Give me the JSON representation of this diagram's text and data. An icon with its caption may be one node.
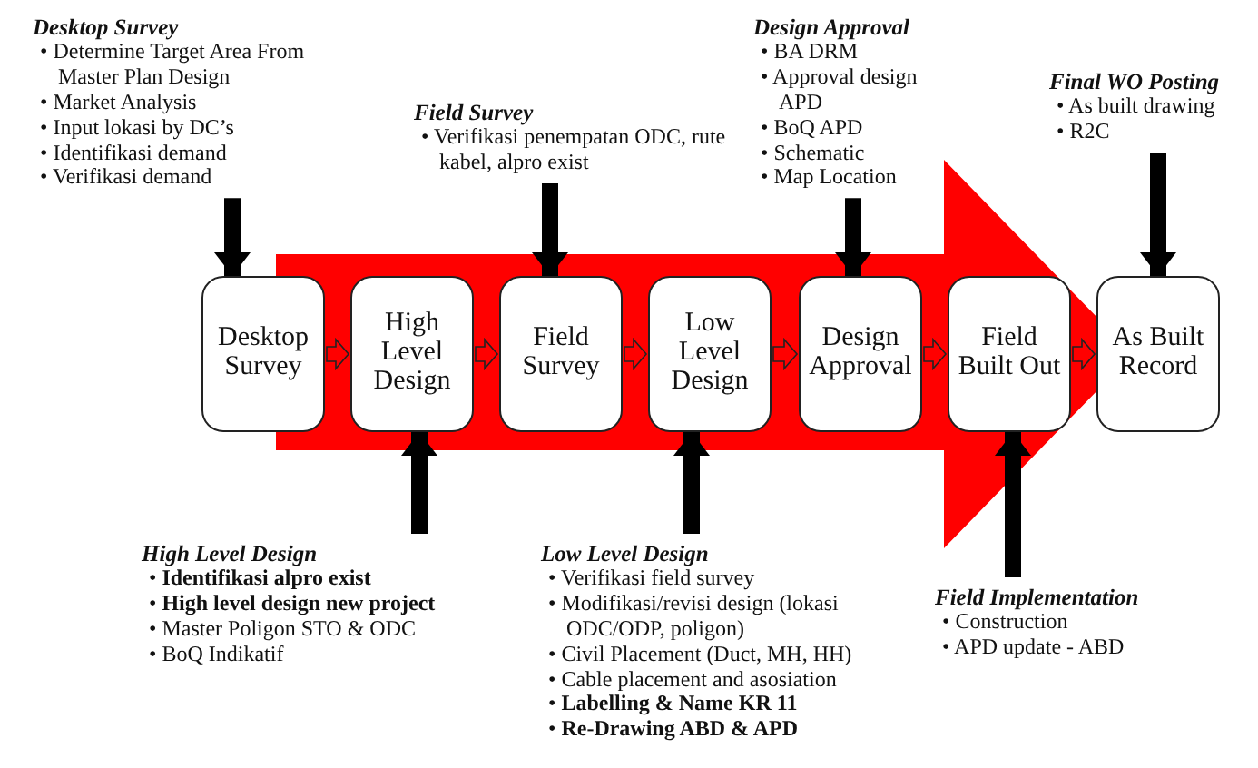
{
  "diagram": {
    "nodes": [
      {
        "text": [
          "Desktop Survey"
        ]
      },
      {
        "text": [
          "High Level Design"
        ]
      },
      {
        "text": [
          "Field Survey"
        ]
      },
      {
        "text": [
          "Low Level Design"
        ]
      },
      {
        "text": [
          "Design Approval"
        ]
      },
      {
        "text": [
          "Field Built Out"
        ]
      },
      {
        "text": [
          "As Built Record"
        ]
      },
      {
        "text": [
          "Desktop Survey",
          "• Determine Target Area From Master Plan Design",
          "• Market Analysis",
          "• Input lokasi by DC’s",
          "• Identifikasi demand",
          "• Verifikasi demand"
        ]
      },
      {
        "text": [
          "Field Survey",
          "• Verifikasi penempatan ODC, rute kabel, alpro exist"
        ]
      },
      {
        "text": [
          "Design Approval",
          "• BA DRM",
          "• Approval design APD",
          "• BoQ APD",
          "• Schematic",
          "• Map Location"
        ]
      },
      {
        "text": [
          "Final WO Posting",
          "• As built drawing",
          "• R2C"
        ]
      },
      {
        "text": [
          "High Level Design",
          "• **Identifikasi alpro exist**",
          "• **High level design new project**",
          "• Master Poligon STO & ODC",
          "• BoQ Indikatif"
        ]
      },
      {
        "text": [
          "Low Level Design",
          "• Verifikasi field survey",
          "• Modifikasi/revisi design (lokasi ODC/ODP, poligon)",
          "• Civil Placement (Duct, MH, HH)",
          "• Cable placement and asosiation",
          "• **Labelling & Name KR 11**",
          "• **Re-Drawing ABD & APD**"
        ]
      },
      {
        "text": [
          "Field Implementation",
          "• Construction",
          "• APD update - ABD"
        ]
      }
    ],
    "edges": [
      {
        "from": 0,
        "to": 6,
        "arrow": "to",
        "style": "thick",
        "color": "#ff0000"
      },
      {
        "from": 0,
        "to": 1,
        "arrow": "to",
        "color": "#ff0000"
      },
      {
        "from": 1,
        "to": 2,
        "arrow": "to",
        "color": "#ff0000"
      },
      {
        "from": 2,
        "to": 3,
        "arrow": "to",
        "color": "#ff0000"
      },
      {
        "from": 3,
        "to": 4,
        "arrow": "to",
        "color": "#ff0000"
      },
      {
        "from": 4,
        "to": 5,
        "arrow": "to",
        "color": "#ff0000"
      },
      {
        "from": 5,
        "to": 6,
        "arrow": "to",
        "color": "#ff0000"
      },
      {
        "from": 7,
        "to": 0,
        "arrow": "to"
      },
      {
        "from": 8,
        "to": 2,
        "arrow": "to"
      },
      {
        "from": 9,
        "to": 4,
        "arrow": "to"
      },
      {
        "from": 10,
        "to": 6,
        "arrow": "to"
      },
      {
        "from": 11,
        "to": 1,
        "arrow": "to"
      },
      {
        "from": 12,
        "to": 3,
        "arrow": "to"
      },
      {
        "from": 13,
        "to": 5,
        "arrow": "to"
      }
    ]
  }
}
